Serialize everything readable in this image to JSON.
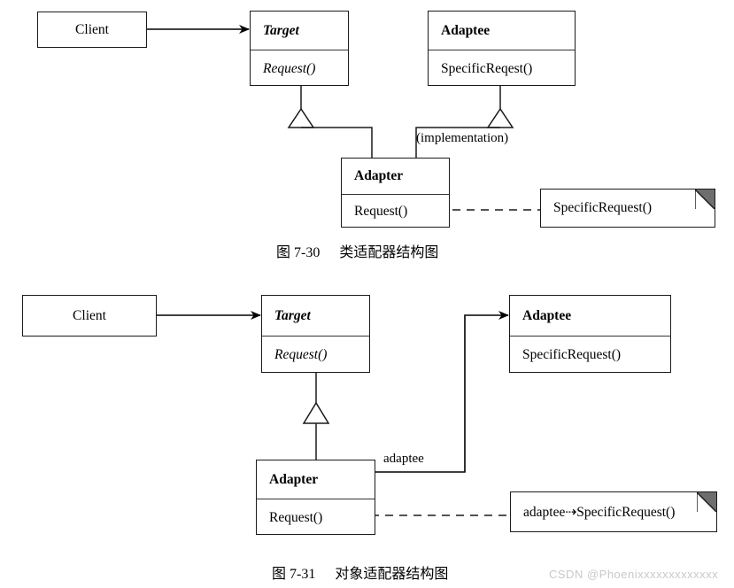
{
  "figures": [
    {
      "id": "class-adapter",
      "caption_number": "图 7-30",
      "caption_title": "类适配器结构图",
      "boxes": {
        "client": {
          "name": "Client"
        },
        "target": {
          "name": "Target",
          "operation": "Request()"
        },
        "adaptee": {
          "name": "Adaptee",
          "operation": "SpecificReqest()"
        },
        "adapter": {
          "name": "Adapter",
          "operation": "Request()"
        }
      },
      "edge_labels": {
        "implementation": "(implementation)"
      },
      "note": {
        "text": "SpecificRequest()"
      }
    },
    {
      "id": "object-adapter",
      "caption_number": "图 7-31",
      "caption_title": "对象适配器结构图",
      "boxes": {
        "client": {
          "name": "Client"
        },
        "target": {
          "name": "Target",
          "operation": "Request()"
        },
        "adaptee": {
          "name": "Adaptee",
          "operation": "SpecificRequest()"
        },
        "adapter": {
          "name": "Adapter",
          "operation": "Request()"
        }
      },
      "edge_labels": {
        "adaptee": "adaptee"
      },
      "note": {
        "text": "adaptee⇢SpecificRequest()"
      }
    }
  ],
  "watermark": {
    "text": "CSDN @Phoenixxxxxxxxxxxxx"
  },
  "colors": {
    "stroke": "#1a1a1a",
    "fold_fill": "#6e6e6e",
    "background": "#ffffff",
    "watermark": "#c9c9c9"
  }
}
